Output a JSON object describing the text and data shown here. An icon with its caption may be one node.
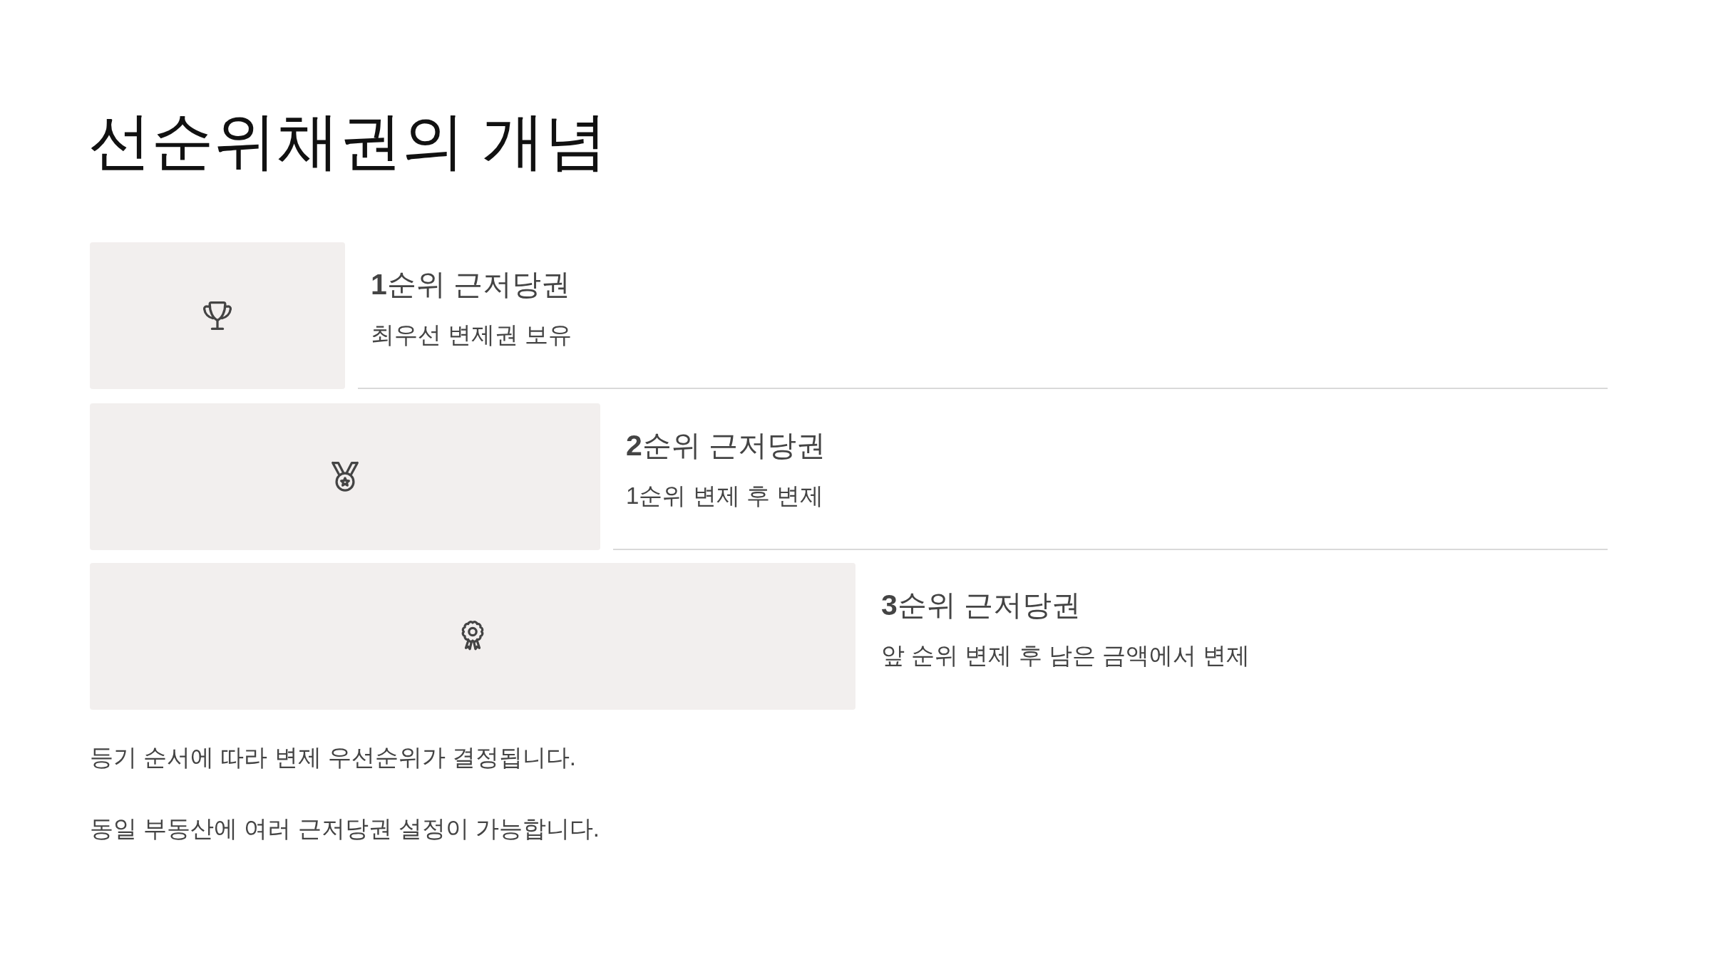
{
  "diagram": {
    "title": "선순위채권의 개념",
    "nodes": [
      {
        "text": [
          "**1**순위 근저당권",
          "최우선 변제권 보유"
        ]
      },
      {
        "text": [
          "**2**순위 근저당권",
          "1순위 변제 후 변제"
        ]
      },
      {
        "text": [
          "**3**순위 근저당권",
          "앞 순위 변제 후 남은 금액에서 변제"
        ]
      }
    ],
    "labels": [
      "등기 순서에 따라 변제 우선순위가 결정됩니다.",
      "동일 부동산에 여러 근저당권 설정이 가능합니다."
    ]
  }
}
